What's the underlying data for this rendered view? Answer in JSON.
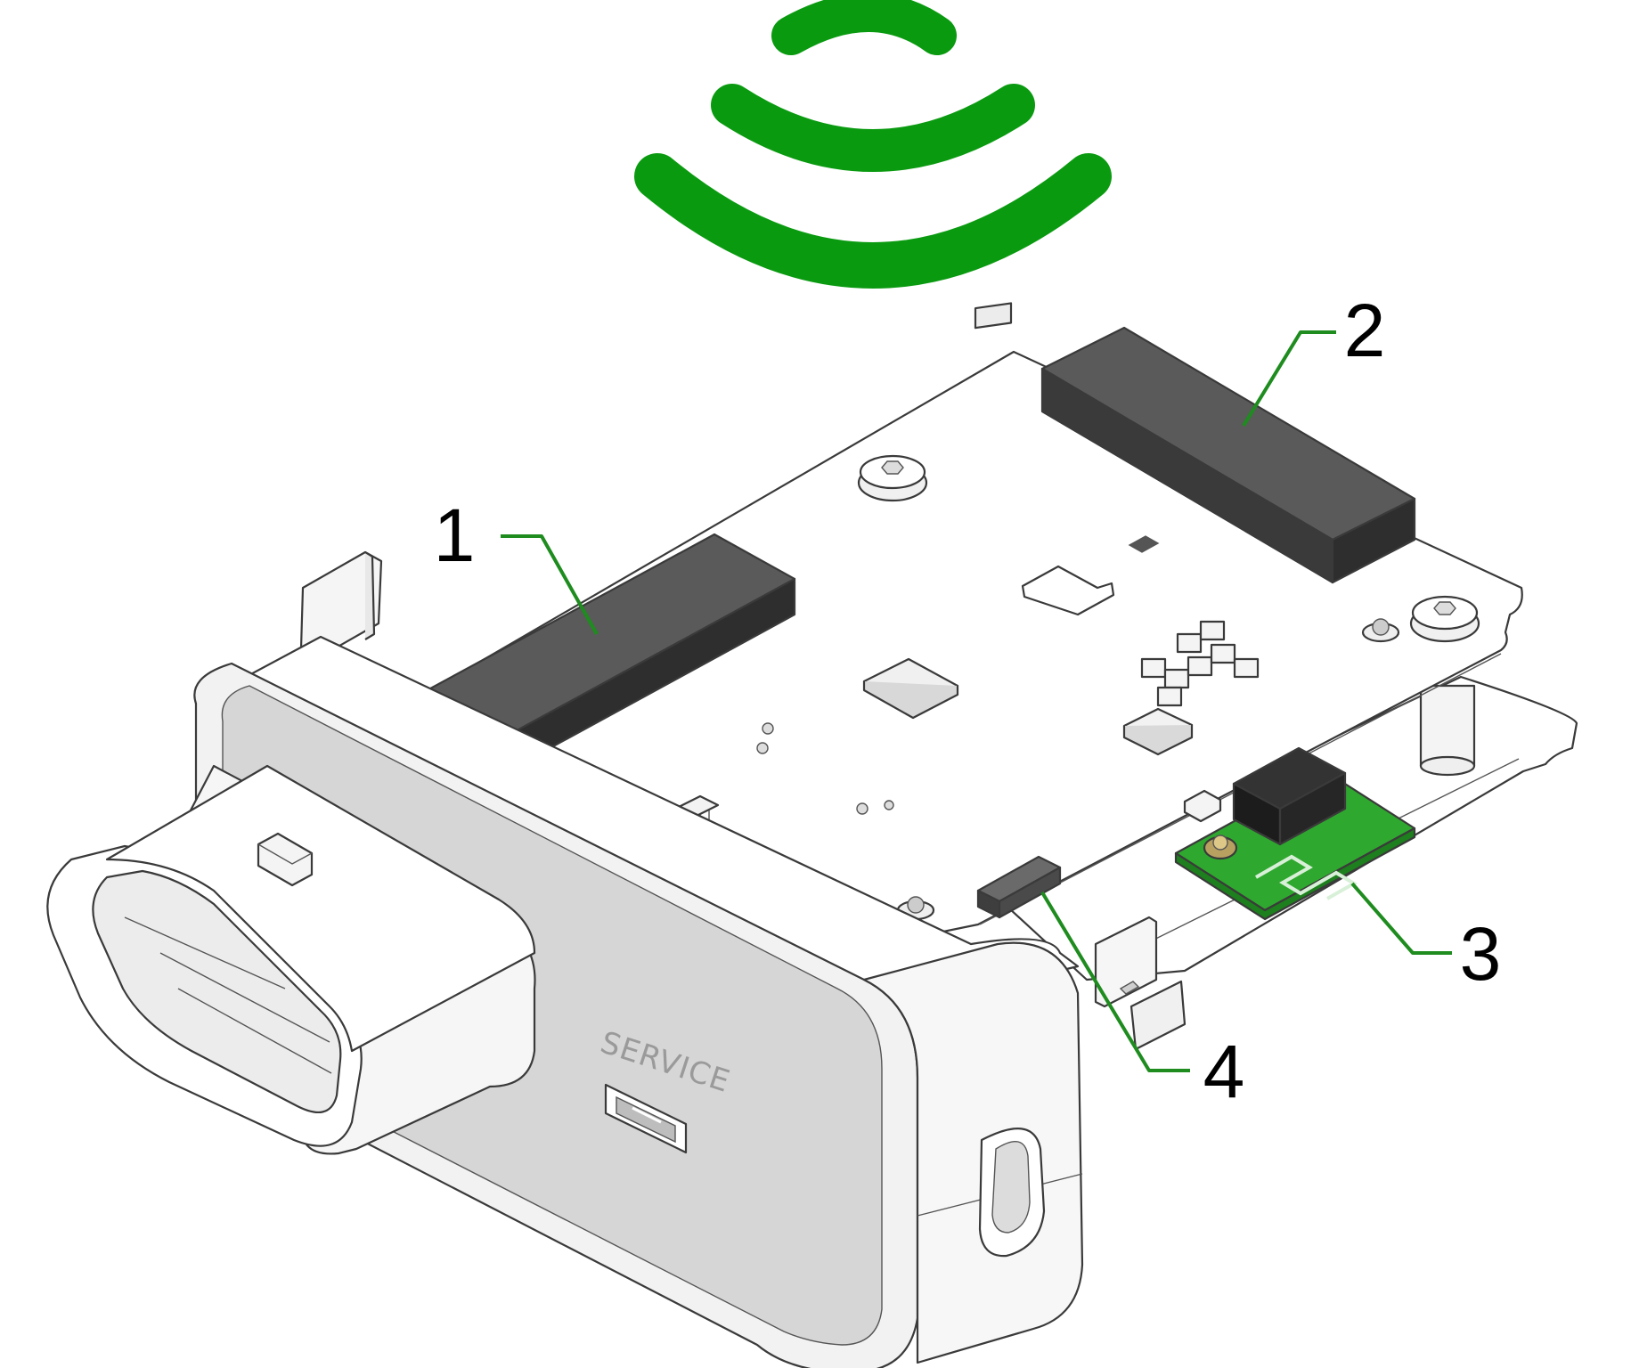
{
  "callouts": [
    {
      "number": "1",
      "part": "antenna-block-left"
    },
    {
      "number": "2",
      "part": "antenna-block-right"
    },
    {
      "number": "3",
      "part": "wireless-module-pcb"
    },
    {
      "number": "4",
      "part": "small-component"
    }
  ],
  "housing_label": "SERVICE",
  "colors": {
    "wireless_symbol": "#0a9a10",
    "callout_leader": "#1e8c1e",
    "antenna_block": "#4d4d4d",
    "pcb_green": "#2fa82f",
    "housing": "#f2f2f2"
  },
  "icons": [
    "wireless-signal-icon"
  ]
}
